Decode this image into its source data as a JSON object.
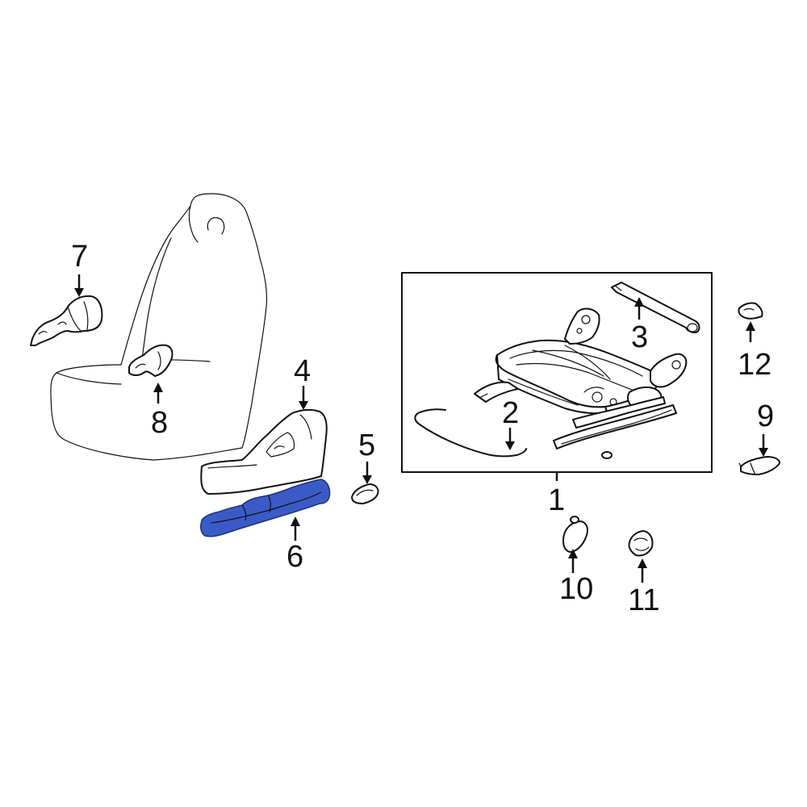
{
  "colors": {
    "line": "#111111",
    "highlight": "#3a5bc7",
    "highlight_stroke": "#1b2f7a",
    "background": "#ffffff"
  },
  "callouts": {
    "c1": "1",
    "c2": "2",
    "c3": "3",
    "c4": "4",
    "c5": "5",
    "c6": "6",
    "c7": "7",
    "c8": "8",
    "c9": "9",
    "c10": "10",
    "c11": "11",
    "c12": "12"
  },
  "highlighted_part": "6"
}
